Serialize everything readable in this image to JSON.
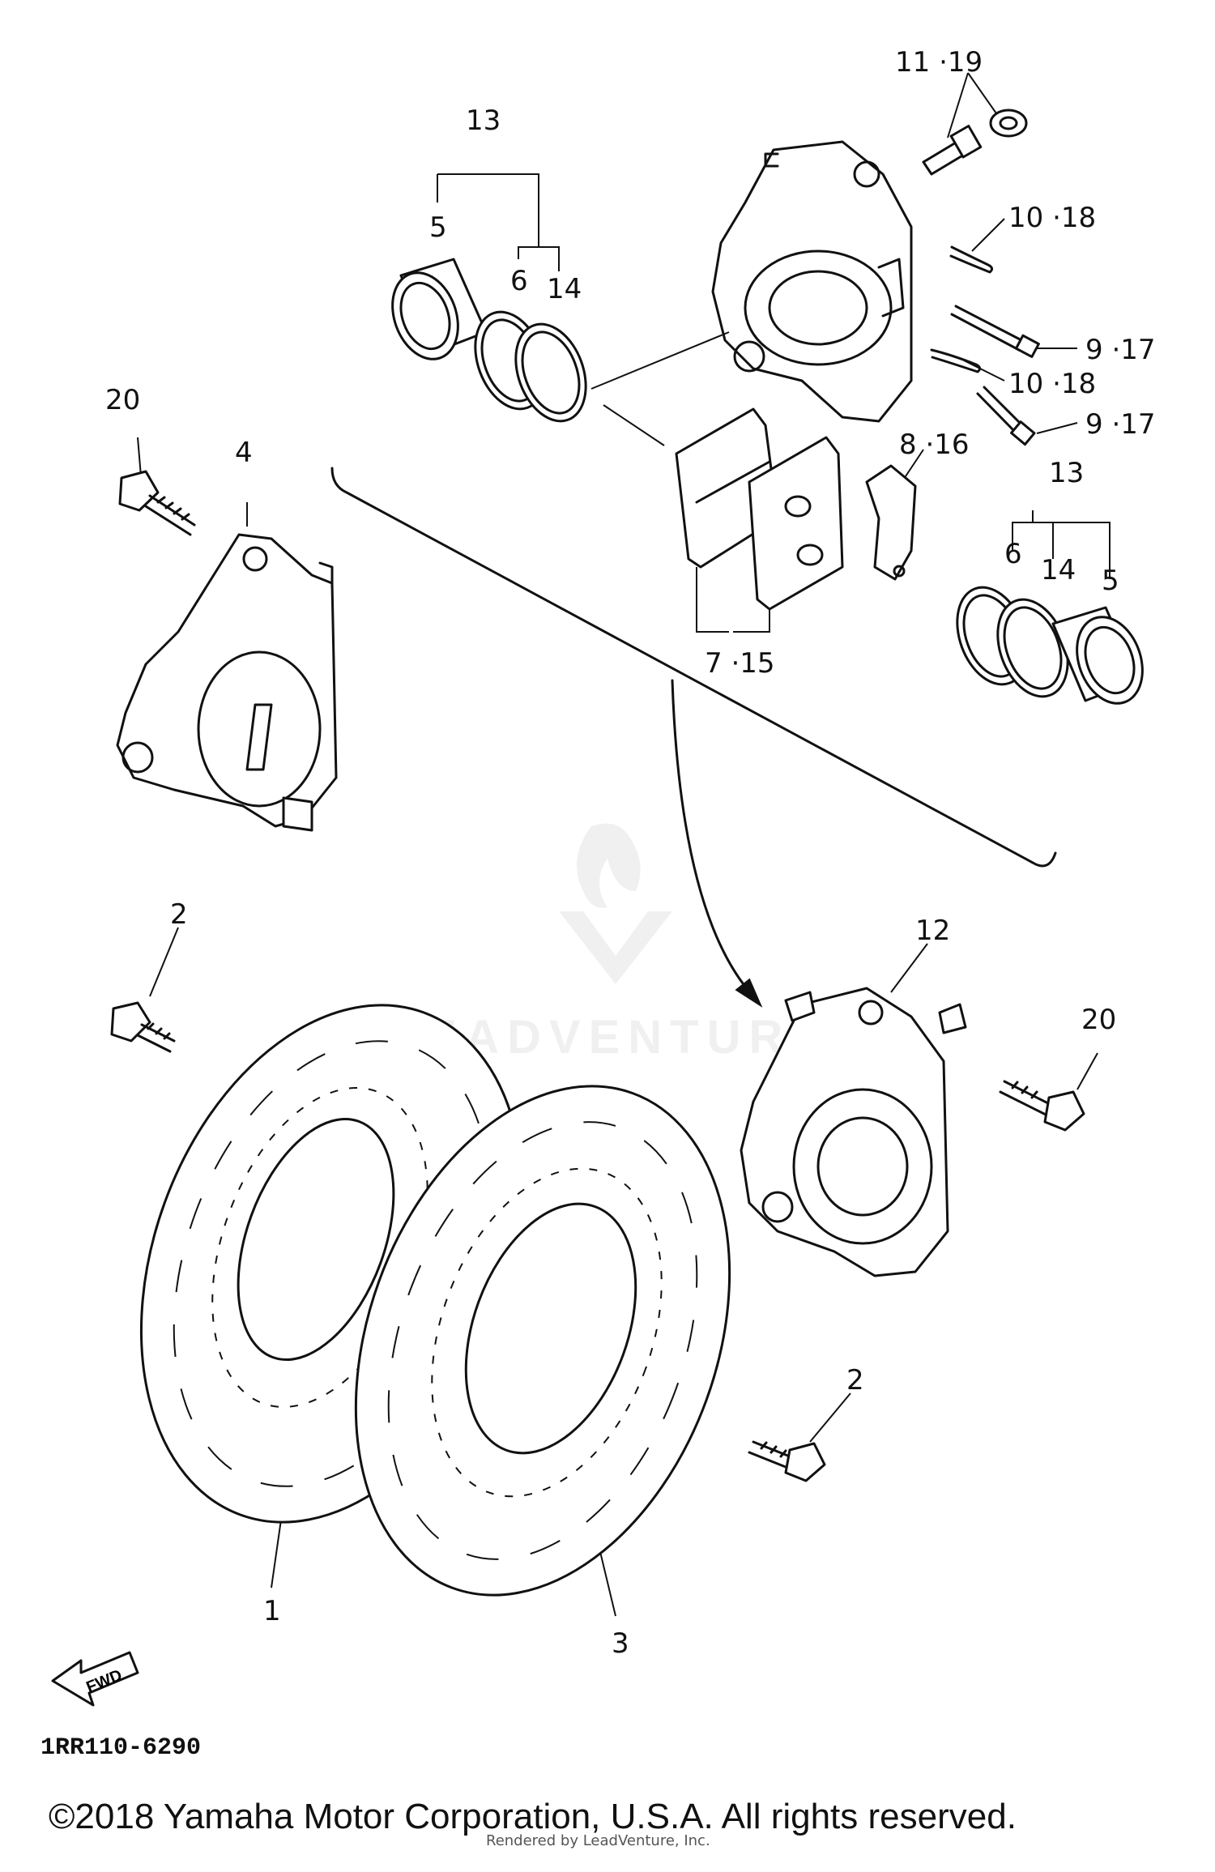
{
  "diagram_code": "1RR110-6290",
  "fwd_label": "FWD",
  "copyright": "©2018 Yamaha Motor Corporation, U.S.A. All rights reserved.",
  "credit": "Rendered by LeadVenture, Inc.",
  "watermark": "LEADVENTURE",
  "callouts": {
    "c1": "1",
    "c2a": "2",
    "c2b": "2",
    "c3": "3",
    "c4": "4",
    "c5a": "5",
    "c5b": "5",
    "c6a": "6",
    "c6b": "6",
    "c7_15": "7 ·15",
    "c8_16": "8 ·16",
    "c9_17a": "9 ·17",
    "c9_17b": "9 ·17",
    "c10_18a": "10 ·18",
    "c10_18b": "10 ·18",
    "c11_19": "11 ·19",
    "c12": "12",
    "c13a": "13",
    "c13b": "13",
    "c14a": "14",
    "c14b": "14",
    "c20a": "20",
    "c20b": "20"
  }
}
